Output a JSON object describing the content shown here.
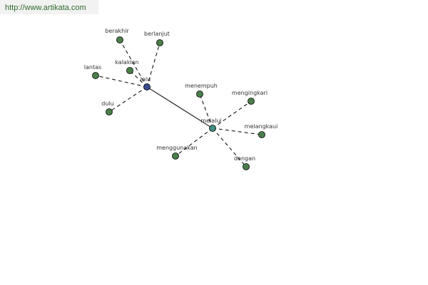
{
  "watermark": "http://www.artikata.com",
  "colors": {
    "leaf": "#4a7f4a",
    "primary": "#3b4a93",
    "secondary": "#3f8f82"
  },
  "graph": {
    "nodes": [
      {
        "id": "lalu",
        "label": "lalu",
        "kind": "primary"
      },
      {
        "id": "melalui",
        "label": "melalui",
        "kind": "secondary"
      },
      {
        "id": "berakhir",
        "label": "berakhir",
        "kind": "leaf"
      },
      {
        "id": "berlanjut",
        "label": "berlanjut",
        "kind": "leaf"
      },
      {
        "id": "kalaklan",
        "label": "kalaklan",
        "kind": "leaf"
      },
      {
        "id": "lantas",
        "label": "lantas",
        "kind": "leaf"
      },
      {
        "id": "dulu",
        "label": "dulu",
        "kind": "leaf"
      },
      {
        "id": "menempuh",
        "label": "menempuh",
        "kind": "leaf"
      },
      {
        "id": "mengingkari",
        "label": "mengingkari",
        "kind": "leaf"
      },
      {
        "id": "melangkaui",
        "label": "melangkaui",
        "kind": "leaf"
      },
      {
        "id": "menggunakan",
        "label": "menggunakan",
        "kind": "leaf"
      },
      {
        "id": "dengan",
        "label": "dengan",
        "kind": "leaf"
      }
    ],
    "edges": [
      {
        "from": "lalu",
        "to": "melalui",
        "style": "solid"
      },
      {
        "from": "lalu",
        "to": "berakhir",
        "style": "dashed"
      },
      {
        "from": "lalu",
        "to": "berlanjut",
        "style": "dashed"
      },
      {
        "from": "lalu",
        "to": "kalaklan",
        "style": "dashed"
      },
      {
        "from": "lalu",
        "to": "lantas",
        "style": "dashed"
      },
      {
        "from": "lalu",
        "to": "dulu",
        "style": "dashed"
      },
      {
        "from": "melalui",
        "to": "menempuh",
        "style": "dashed"
      },
      {
        "from": "melalui",
        "to": "mengingkari",
        "style": "dashed"
      },
      {
        "from": "melalui",
        "to": "melangkaui",
        "style": "dashed"
      },
      {
        "from": "melalui",
        "to": "menggunakan",
        "style": "dashed"
      },
      {
        "from": "melalui",
        "to": "dengan",
        "style": "dashed"
      }
    ]
  }
}
